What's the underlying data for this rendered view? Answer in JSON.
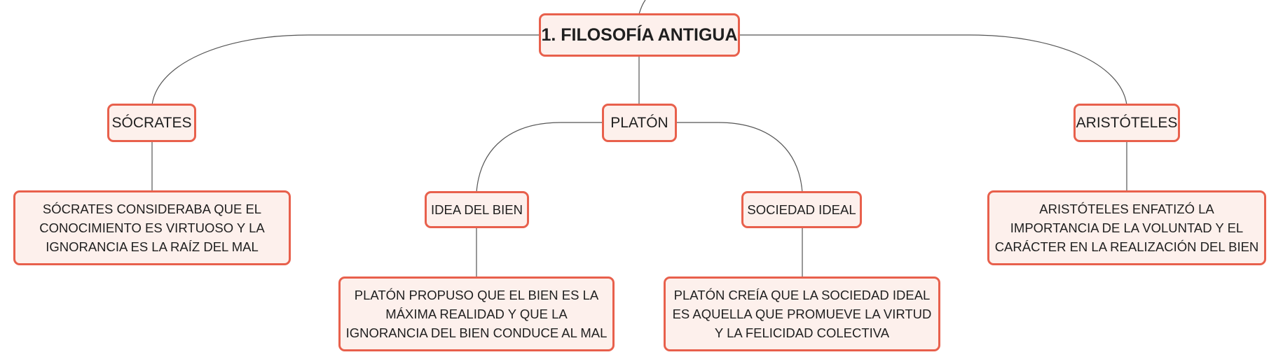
{
  "diagram": {
    "type": "mind-map",
    "colors": {
      "node_fill": "#fdf0ec",
      "node_border": "#e8604c",
      "connector": "#555555",
      "text": "#1f1f1f"
    },
    "root": {
      "label": "1. FILOSOFÍA ANTIGUA"
    },
    "branches": {
      "socrates": {
        "label": "SÓCRATES",
        "note": "SÓCRATES CONSIDERABA QUE EL CONOCIMIENTO ES VIRTUOSO Y LA IGNORANCIA ES LA RAÍZ DEL MAL"
      },
      "platon": {
        "label": "PLATÓN",
        "idea_del_bien": {
          "label": "IDEA DEL BIEN",
          "note": "PLATÓN PROPUSO QUE EL BIEN ES LA MÁXIMA REALIDAD Y QUE LA IGNORANCIA DEL BIEN CONDUCE AL MAL"
        },
        "sociedad_ideal": {
          "label": "SOCIEDAD IDEAL",
          "note": "PLATÓN CREÍA QUE LA SOCIEDAD IDEAL ES AQUELLA QUE PROMUEVE LA VIRTUD Y LA FELICIDAD COLECTIVA"
        }
      },
      "aristoteles": {
        "label": "ARISTÓTELES",
        "note": "ARISTÓTELES ENFATIZÓ LA IMPORTANCIA DE LA VOLUNTAD Y EL CARÁCTER EN LA REALIZACIÓN DEL BIEN"
      }
    }
  }
}
